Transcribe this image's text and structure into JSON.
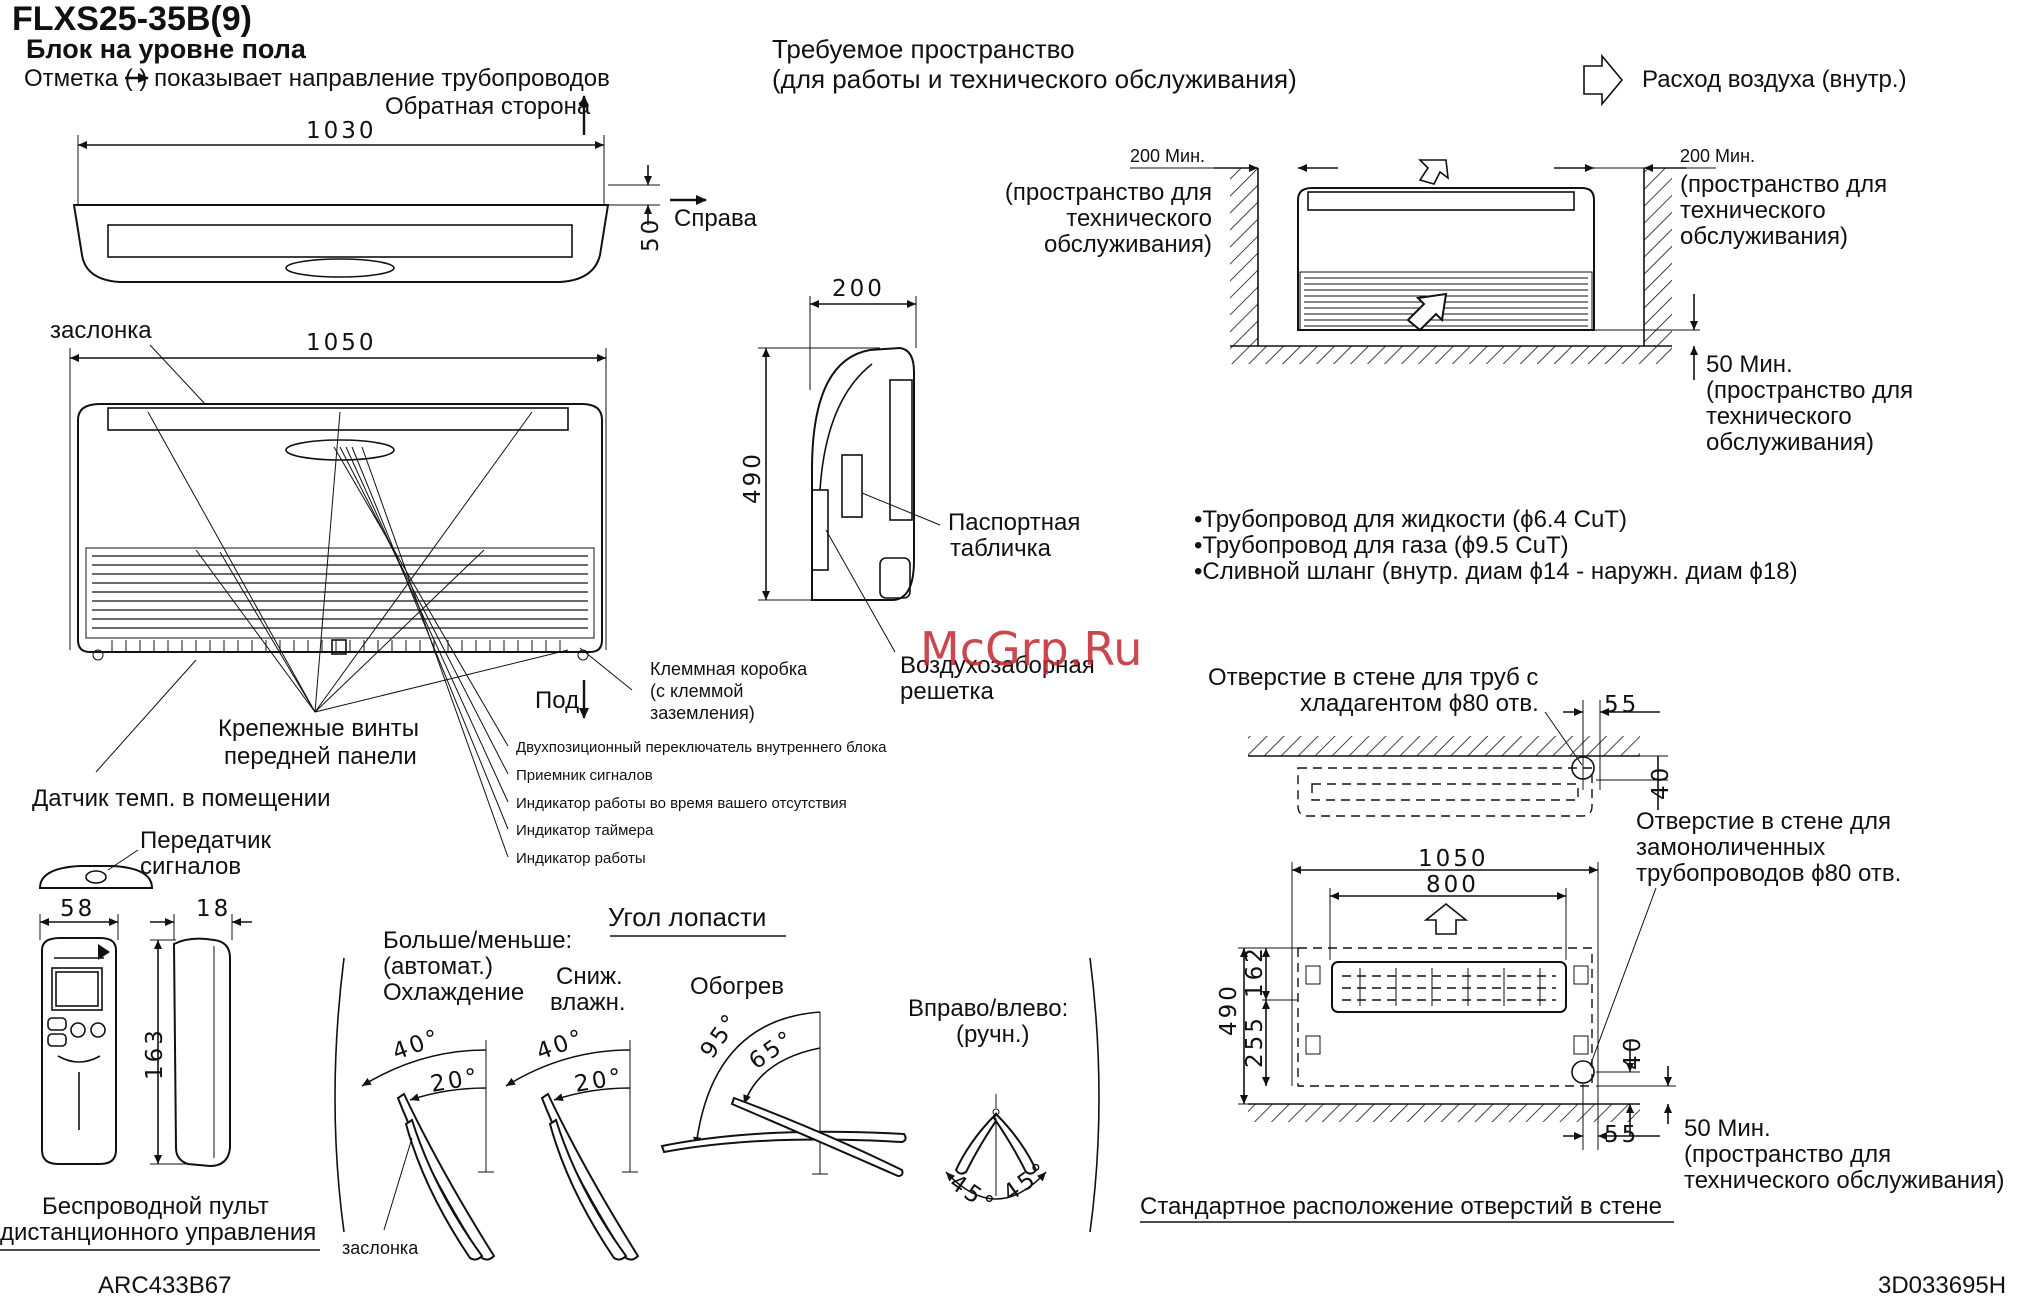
{
  "header": {
    "model": "FLXS25-35B(9)",
    "subtitle": "Блок на уровне пола",
    "note": "Отметка (      ) показывает направление трубопроводов",
    "back_side": "Обратная сторона",
    "right_side": "Справа",
    "bottom_side": "Под"
  },
  "top_view": {
    "width": "1030",
    "depth": "50"
  },
  "front_view": {
    "width": "1050",
    "flap_label": "заслонка",
    "screws_label_1": "Крепежные винты",
    "screws_label_2": "передней панели",
    "temp_sensor": "Датчик темп. в помещении",
    "terminal_box_1": "Клеммная коробка",
    "terminal_box_2": "(с клеммой",
    "terminal_box_3": "заземления)",
    "callouts": [
      "Двухпозиционный переключатель внутреннего блока",
      "Приемник сигналов",
      "Индикатор работы во время вашего отсутствия",
      "Индикатор таймера",
      "Индикатор работы"
    ]
  },
  "side_view": {
    "depth": "200",
    "height": "490",
    "nameplate_1": "Паспортная",
    "nameplate_2": "табличка",
    "intake_1": "Воздухозаборная",
    "intake_2": "решетка"
  },
  "space": {
    "title_1": "Требуемое пространство",
    "title_2": "(для работы и технического обслуживания)",
    "airflow_legend": "Расход воздуха (внутр.)",
    "left_min": "200 Мин.",
    "left_note_1": "(пространство для",
    "left_note_2": "технического",
    "left_note_3": "обслуживания)",
    "right_min": "200 Мин.",
    "right_note_1": "(пространство для",
    "right_note_2": "технического",
    "right_note_3": "обслуживания)",
    "bottom_min": "50 Мин.",
    "bottom_note_1": "(пространство для",
    "bottom_note_2": "технического",
    "bottom_note_3": "обслуживания)"
  },
  "piping": [
    "•Трубопровод для жидкости (ϕ6.4 CuT)",
    "•Трубопровод для газа (ϕ9.5 CuT)",
    "•Сливной шланг (внутр. диам ϕ14 - наружн. диам ϕ18)"
  ],
  "watermark": "McGrp.Ru",
  "wall": {
    "hole_1a": "Отверстие в стене для труб с",
    "hole_1b": "хладагентом ϕ80 отв.",
    "dim_55a": "55",
    "dim_40a": "40",
    "hole_2a": "Отверстие в стене для",
    "hole_2b": "замоноличенных",
    "hole_2c": "трубопроводов ϕ80 отв.",
    "dim_1050": "1050",
    "dim_800": "800",
    "dim_490": "490",
    "dim_162": "162",
    "dim_255": "255",
    "dim_40b": "40",
    "dim_55b": "55",
    "bottom_min": "50 Мин.",
    "bottom_note_1": "(пространство для",
    "bottom_note_2": "технического обслуживания)",
    "caption": "Стандартное расположение отверстий в стене"
  },
  "remote": {
    "transmitter_1": "Передатчик",
    "transmitter_2": "сигналов",
    "width": "58",
    "depth": "18",
    "height": "163",
    "caption_1": "Беспроводной пульт",
    "caption_2": "дистанционного управления",
    "model": "ARC433B67"
  },
  "louver": {
    "title": "Угол лопасти",
    "cool_1": "Больше/меньше:",
    "cool_2": "(автомат.)",
    "cool_3": "Охлаждение",
    "dry_1": "Сниж.",
    "dry_2": "влажн.",
    "heat": "Обогрев",
    "lr_1": "Вправо/влево:",
    "lr_2": "(ручн.)",
    "a40": "40°",
    "a20": "20°",
    "a95": "95°",
    "a65": "65°",
    "a45": "45°",
    "flap": "заслонка"
  },
  "doc_code": "3D033695H"
}
